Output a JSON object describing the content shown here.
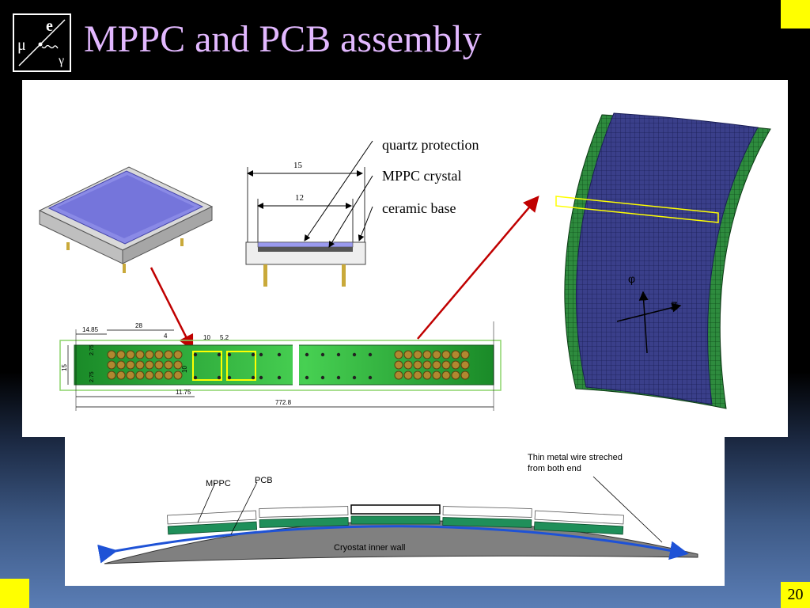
{
  "slide": {
    "title": "MPPC and PCB assembly",
    "page_number": "20"
  },
  "logo": {
    "letters": [
      "e",
      "μ",
      "γ"
    ]
  },
  "mppc_section": {
    "labels": {
      "quartz": "quartz protection",
      "crystal": "MPPC crystal",
      "base": "ceramic base"
    },
    "dims": {
      "outer": "15",
      "inner": "12"
    }
  },
  "pcb_section": {
    "dims": {
      "d1": "14.85",
      "d2": "28",
      "d3": "4",
      "d4": "10",
      "d5": "5.2",
      "d6": "15",
      "d7": "2.75",
      "d8": "2.75",
      "d9": "10",
      "d10": "11.75",
      "total": "772.8"
    }
  },
  "detector_section": {
    "axis_labels": {
      "phi": "φ",
      "z": "Z"
    }
  },
  "cross_section": {
    "labels": {
      "mppc": "MPPC",
      "pcb": "PCB",
      "wire_line1": "Thin metal wire streched",
      "wire_line2": "from both end",
      "wall": "Cryostat inner wall"
    }
  },
  "colors": {
    "title": "#e2b8ff",
    "accent": "#ffff00",
    "pcb_green": "#1f8f2a",
    "arrow_red": "#c00000",
    "wire_blue": "#1e52d6"
  }
}
